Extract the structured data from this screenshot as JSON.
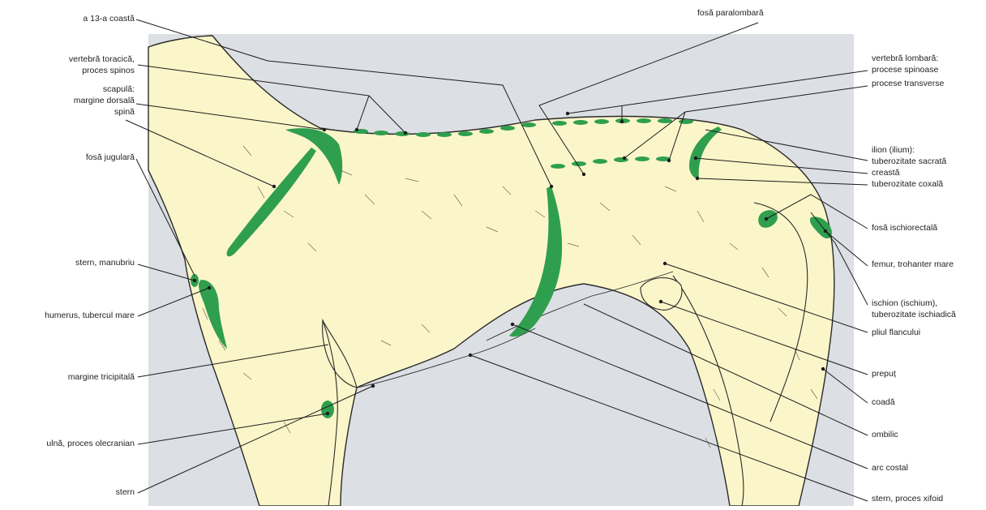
{
  "colors": {
    "background_panel": "#dcdfe3",
    "body_fill": "#fbf6c9",
    "outline": "#2a2a2a",
    "landmark_green": "#2f9f4f",
    "leader_line": "#1c1c1c"
  },
  "labels_left": {
    "coasta_13": "a 13-a coastă",
    "vertebra_toracica_1": "vertebră toracică,",
    "vertebra_toracica_2": "proces spinos",
    "scapula_1": "scapulă:",
    "scapula_2": "margine dorsală",
    "scapula_3": "spină",
    "fosa_jugulara": "fosă jugulară",
    "stern_manubriu": "stern, manubriu",
    "humerus": "humerus, tubercul mare",
    "margine_tricipitala": "margine tricipitală",
    "ulna": "ulnă, proces olecranian",
    "stern": "stern"
  },
  "labels_top": {
    "fosa_paralombara": "fosă paralombară"
  },
  "labels_right": {
    "vertebra_lombara_1": "vertebră lombară:",
    "vertebra_lombara_2": "procese spinoase",
    "vertebra_lombara_3": "procese transverse",
    "ilion_1": "ilion (ilium):",
    "ilion_2": "tuberozitate sacrată",
    "ilion_3": "creastă",
    "ilion_4": "tuberozitate coxală",
    "fosa_ischiorectala": "fosă ischiorectală",
    "femur": "femur, trohanter mare",
    "ischion_1": "ischion (ischium),",
    "ischion_2": "tuberozitate ischiadică",
    "pliul_flancului": "pliul flancului",
    "prepus": "prepuț",
    "coada": "coadă",
    "ombilic": "ombilic",
    "arc_costal": "arc costal",
    "stern_xifoid": "stern, proces xifoid"
  }
}
